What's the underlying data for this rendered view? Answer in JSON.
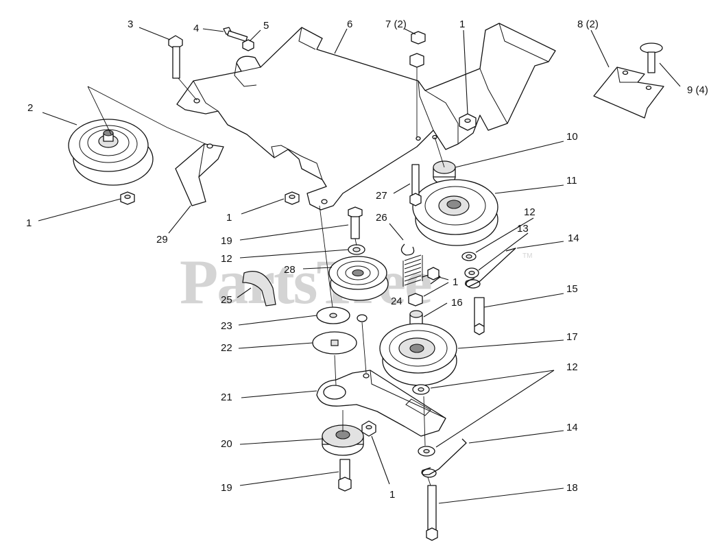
{
  "watermark": {
    "text": "PartsTree",
    "trademark": "TM"
  },
  "callouts": [
    {
      "id": "c3",
      "text": "3"
    },
    {
      "id": "c4",
      "text": "4"
    },
    {
      "id": "c5",
      "text": "5"
    },
    {
      "id": "c6",
      "text": "6"
    },
    {
      "id": "c7",
      "text": "7 (2)"
    },
    {
      "id": "c1a",
      "text": "1"
    },
    {
      "id": "c8",
      "text": "8 (2)"
    },
    {
      "id": "c9",
      "text": "9 (4)"
    },
    {
      "id": "c2",
      "text": "2"
    },
    {
      "id": "c10",
      "text": "10"
    },
    {
      "id": "c11",
      "text": "11"
    },
    {
      "id": "c27",
      "text": "27"
    },
    {
      "id": "c1b",
      "text": "1"
    },
    {
      "id": "c1c",
      "text": "1"
    },
    {
      "id": "c29",
      "text": "29"
    },
    {
      "id": "c12a",
      "text": "12"
    },
    {
      "id": "c13",
      "text": "13"
    },
    {
      "id": "c14a",
      "text": "14"
    },
    {
      "id": "c19a",
      "text": "19"
    },
    {
      "id": "c26",
      "text": "26"
    },
    {
      "id": "c12b",
      "text": "12"
    },
    {
      "id": "c28",
      "text": "28"
    },
    {
      "id": "c25",
      "text": "25"
    },
    {
      "id": "c1d",
      "text": "1"
    },
    {
      "id": "c24",
      "text": "24"
    },
    {
      "id": "c16",
      "text": "16"
    },
    {
      "id": "c15",
      "text": "15"
    },
    {
      "id": "c23",
      "text": "23"
    },
    {
      "id": "c17",
      "text": "17"
    },
    {
      "id": "c22",
      "text": "22"
    },
    {
      "id": "c12c",
      "text": "12"
    },
    {
      "id": "c21",
      "text": "21"
    },
    {
      "id": "c14b",
      "text": "14"
    },
    {
      "id": "c20",
      "text": "20"
    },
    {
      "id": "c19b",
      "text": "19"
    },
    {
      "id": "c1e",
      "text": "1"
    },
    {
      "id": "c18",
      "text": "18"
    }
  ]
}
